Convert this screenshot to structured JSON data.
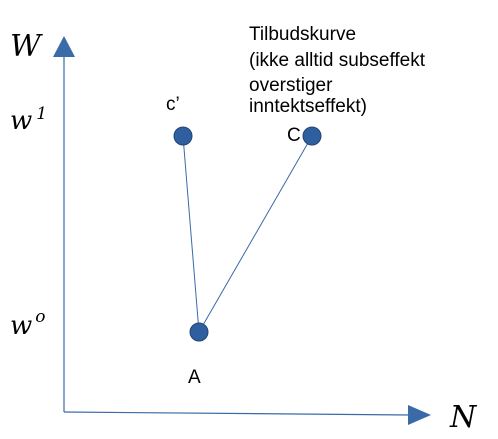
{
  "colors": {
    "axis": "#3a6aa8",
    "point_fill": "#2f5f9e",
    "point_stroke": "#1f4778",
    "line": "#3a6aa8",
    "text": "#000000"
  },
  "axes": {
    "y_label": "W",
    "x_label": "N"
  },
  "levels": {
    "w1": {
      "base": "w",
      "sup": "1"
    },
    "wo": {
      "base": "w",
      "sup": "o"
    }
  },
  "points": {
    "c_prime": {
      "label": "c’"
    },
    "C": {
      "label": "C"
    },
    "A": {
      "label": "A"
    }
  },
  "annotation": {
    "lines": [
      "Tilbudskurve",
      "(ikke alltid subseffekt",
      "overstiger",
      "inntektseffekt)"
    ]
  }
}
